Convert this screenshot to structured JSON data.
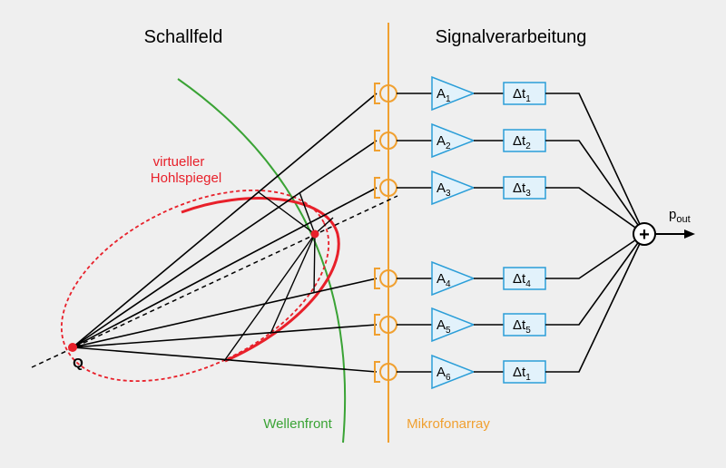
{
  "labels": {
    "schallfeld": "Schallfeld",
    "signalverarbeitung": "Signalverarbeitung",
    "mirror_line1": "virtueller",
    "mirror_line2": "Hohlspiegel",
    "wellenfront": "Wellenfront",
    "mikrofonarray": "Mikrofonarray",
    "source": "Q",
    "output": "p",
    "output_sub": "out",
    "sum_symbol": "+"
  },
  "channels": [
    {
      "amp": "A",
      "amp_sub": "1",
      "delay": "Δt",
      "delay_sub": "1"
    },
    {
      "amp": "A",
      "amp_sub": "2",
      "delay": "Δt",
      "delay_sub": "2"
    },
    {
      "amp": "A",
      "amp_sub": "3",
      "delay": "Δt",
      "delay_sub": "3"
    },
    {
      "amp": "A",
      "amp_sub": "4",
      "delay": "Δt",
      "delay_sub": "4"
    },
    {
      "amp": "A",
      "amp_sub": "5",
      "delay": "Δt",
      "delay_sub": "5"
    },
    {
      "amp": "A",
      "amp_sub": "6",
      "delay": "Δt",
      "delay_sub": "1"
    }
  ],
  "colors": {
    "mirror": "#e8202a",
    "wavefront": "#3aa335",
    "array": "#f0a030",
    "block": "#2b9ed8",
    "line": "#000000"
  }
}
